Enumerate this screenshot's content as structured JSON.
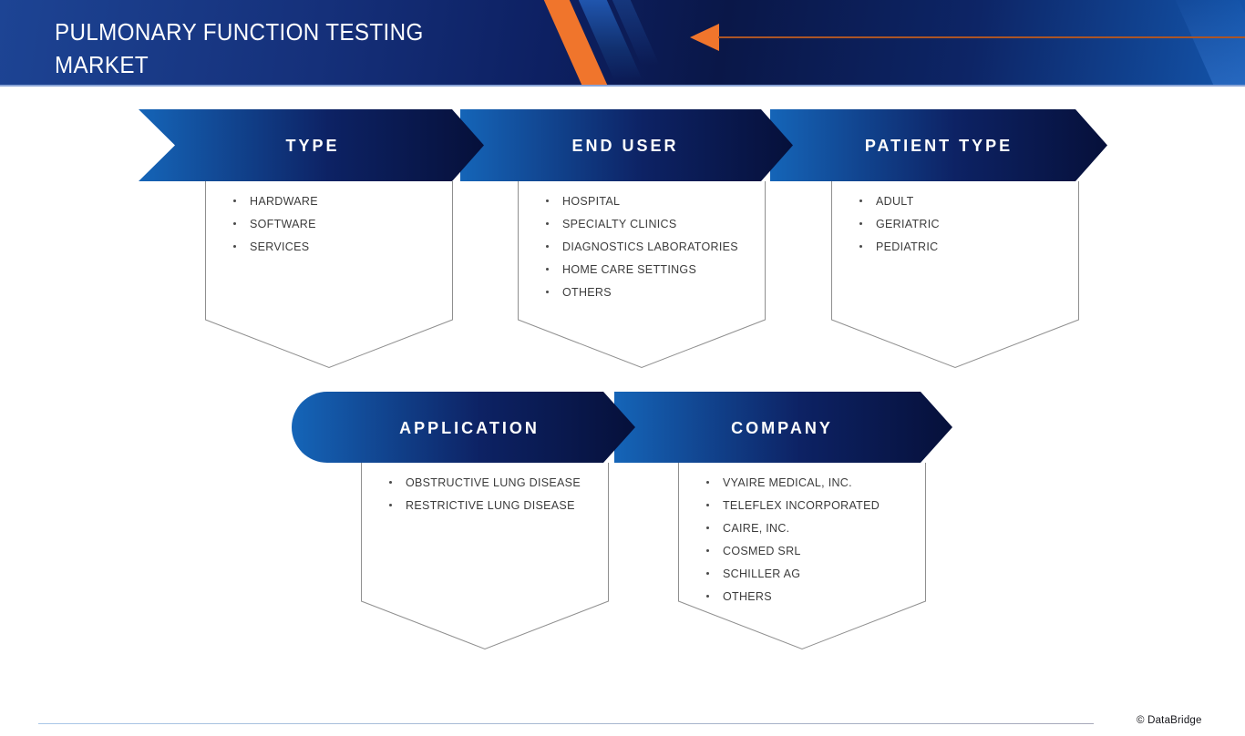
{
  "header": {
    "title_line1": "PULMONARY FUNCTION TESTING",
    "title_line2": "MARKET"
  },
  "segments": [
    {
      "key": "type",
      "label": "TYPE",
      "items": [
        "HARDWARE",
        "SOFTWARE",
        "SERVICES"
      ]
    },
    {
      "key": "end_user",
      "label": "END USER",
      "items": [
        "HOSPITAL",
        "SPECIALTY CLINICS",
        "DIAGNOSTICS LABORATORIES",
        "HOME CARE SETTINGS",
        "OTHERS"
      ]
    },
    {
      "key": "patient_type",
      "label": "PATIENT TYPE",
      "items": [
        "ADULT",
        "GERIATRIC",
        "PEDIATRIC"
      ]
    },
    {
      "key": "application",
      "label": "APPLICATION",
      "items": [
        "OBSTRUCTIVE LUNG DISEASE",
        "RESTRICTIVE LUNG DISEASE"
      ]
    },
    {
      "key": "company",
      "label": "COMPANY",
      "items": [
        "VYAIRE MEDICAL, INC.",
        "TELEFLEX INCORPORATED",
        "CAIRE, INC.",
        "COSMED SRL",
        "SCHILLER AG",
        "OTHERS"
      ]
    }
  ],
  "footer": {
    "credit": "© DataBridge"
  },
  "colors": {
    "accent_orange": "#f0752c",
    "chevron_blue": "#1565b8",
    "chevron_navy": "#06103a",
    "banner_navy": "#0d2062",
    "panel_border": "#8f8f8f",
    "list_text": "#3c3c3c"
  }
}
